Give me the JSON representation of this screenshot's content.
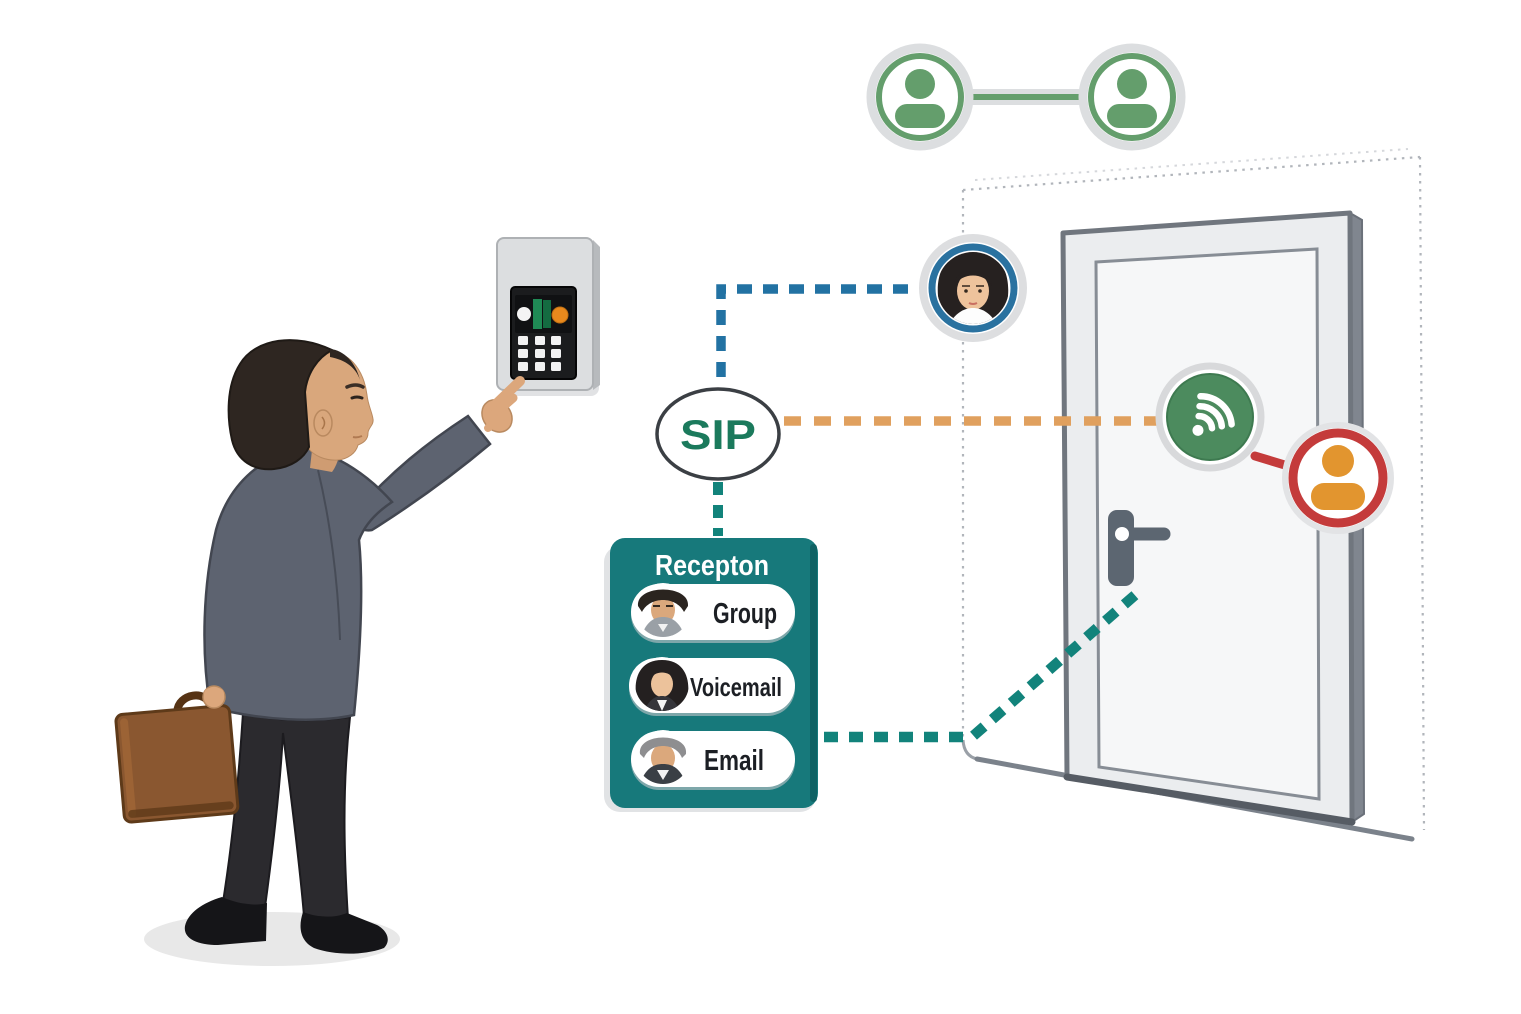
{
  "sip_node": {
    "label": "SIP"
  },
  "reception_panel": {
    "title": "Recepton",
    "options": [
      {
        "label": "Group",
        "icon": "man-avatar-icon"
      },
      {
        "label": "Voicemail",
        "icon": "woman-avatar-icon"
      },
      {
        "label": "Email",
        "icon": "older-man-avatar-icon"
      }
    ]
  },
  "icons": {
    "top_link_left": "user-icon",
    "top_link_right": "user-icon",
    "receptionist_badge": "woman-avatar-icon",
    "door_badge": "wifi-icon",
    "visitor_badge": "person-icon",
    "door_hardware": "door-handle-icon",
    "entry_device": "keypad-icon"
  },
  "colors": {
    "teal_panel": "#17797b",
    "teal_panel_dark": "#0e5e60",
    "sip_text": "#1b7a5c",
    "blue_dash": "#2272a3",
    "orange_dash": "#e0a05e",
    "teal_dash": "#12837b",
    "green_user": "#649e6c",
    "wifi_green": "#4c8b5e",
    "red_ring": "#c43b3b",
    "orange_person": "#e2952f",
    "blue_ring": "#2a72a0"
  }
}
